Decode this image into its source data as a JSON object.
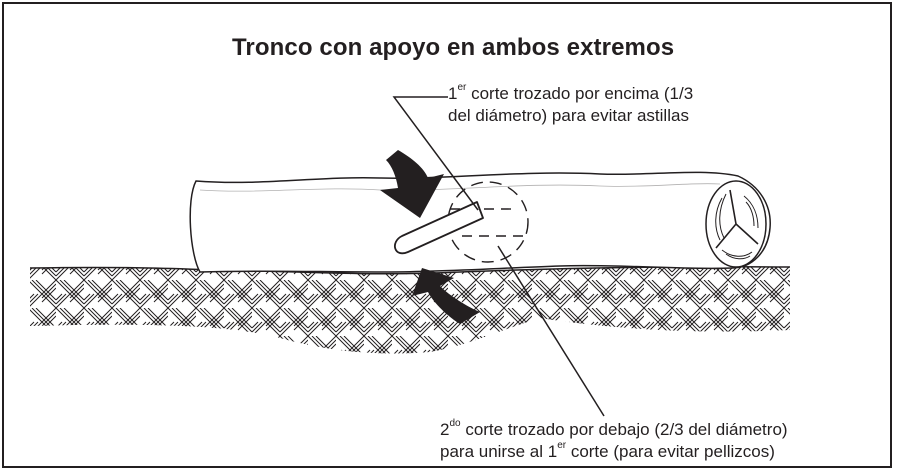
{
  "title": "Tronco con apoyo en ambos extremos",
  "note_top": {
    "line1_prefix": "1",
    "line1_sup": "er",
    "line1_text": " corte trozado por encima (1/3",
    "line2": "del diámetro) para evitar astillas"
  },
  "note_bottom": {
    "line1_prefix": "2",
    "line1_sup": "do",
    "line1_text": " corte trozado por debajo (2/3 del diámetro)",
    "line2_prefix": "para unirse al 1",
    "line2_sup": "er",
    "line2_text": " corte (para evitar pellizcos)"
  },
  "colors": {
    "ink": "#231f20",
    "background": "#ffffff"
  }
}
